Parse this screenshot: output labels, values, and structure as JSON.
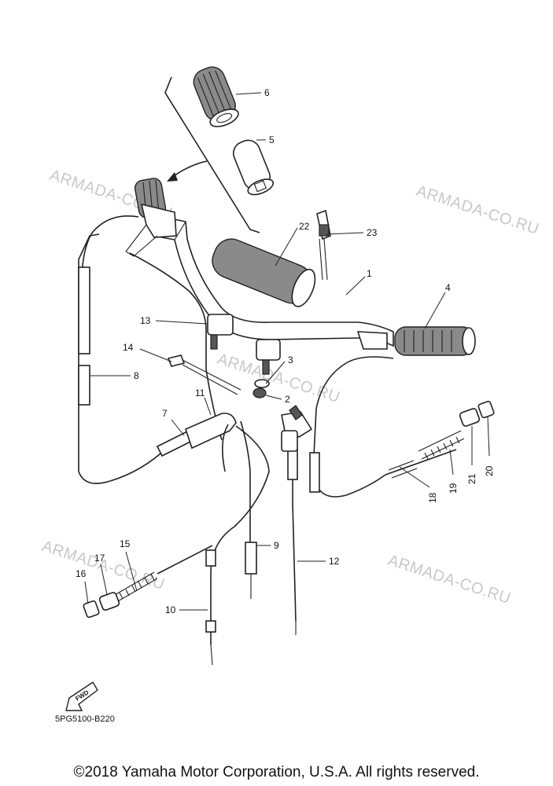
{
  "watermarks": [
    "ARMADA-CO.RU",
    "ARMADA-CO.RU",
    "ARMADA-CO.RU",
    "ARMADA-CO.RU",
    "ARMADA-CO.RU"
  ],
  "callouts": [
    "1",
    "2",
    "3",
    "4",
    "5",
    "6",
    "7",
    "8",
    "9",
    "10",
    "11",
    "12",
    "13",
    "14",
    "15",
    "16",
    "17",
    "18",
    "19",
    "20",
    "21",
    "22",
    "23"
  ],
  "fwd_label": "FWD",
  "diagram_code": "5PG5100-B220",
  "copyright": "©2018 Yamaha Motor Corporation, U.S.A. All rights reserved."
}
